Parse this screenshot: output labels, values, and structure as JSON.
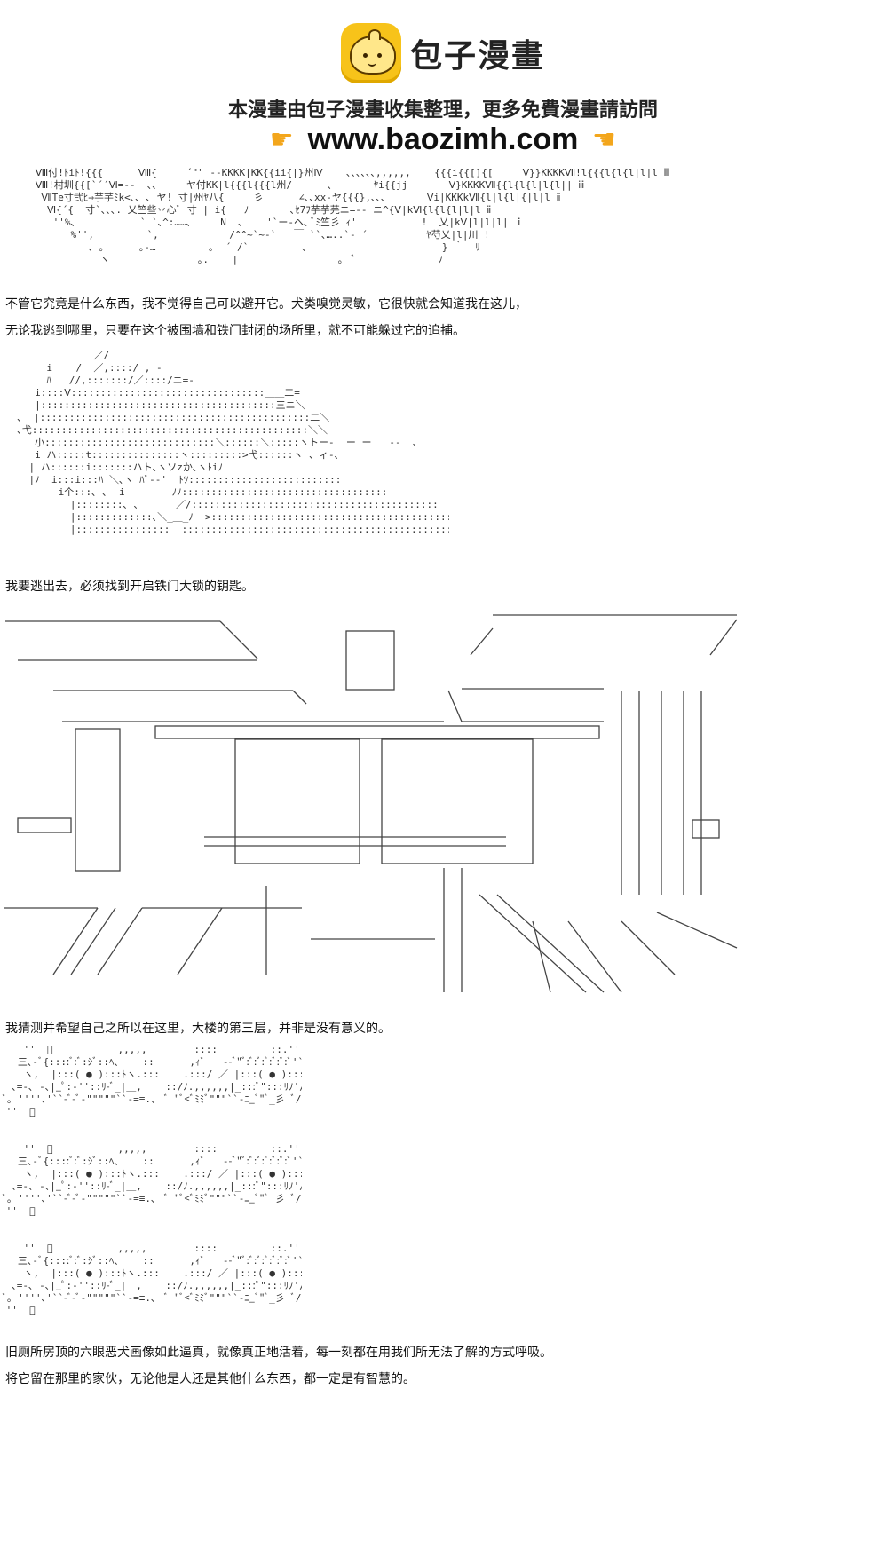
{
  "banner": {
    "brand": "包子漫畫",
    "tagline": "本漫畫由包子漫畫收集整理，更多免費漫畫請訪問",
    "url": "www.baozimh.com",
    "logo_icon": "bun-mascot-icon",
    "hand_icon": "pointing-hand-icon",
    "accent_color": "#f7c31a"
  },
  "story": {
    "line1": "不管它究竟是什么东西，我不觉得自己可以避开它。犬类嗅觉灵敏，它很快就会知道我在这儿，",
    "line2": "无论我逃到哪里，只要在这个被围墙和铁门封闭的场所里，就不可能躲过它的追捕。",
    "line3": "我要逃出去，必须找到开启铁门大锁的钥匙。",
    "line4": "我猜测并希望自己之所以在这里，大楼的第三层，并非是没有意义的。",
    "line5": "旧厕所房顶的六眼恶犬画像如此逼真，就像真正地活着，每一刻都在用我们所无法了解的方式呼吸。",
    "line6": "将它留在那里的家伙，无论他是人还是其他什么东西，都一定是有智慧的。"
  },
  "art": {
    "top": "      Ⅷ付!ﾄiﾄ!{{{      Ⅷ{     ´\"\" ‐‐KKKK|KK{{ii{|}州Ⅳ    ､､､､､､,,,,,,____{{{i{{[]{[___  Ⅴ}}KKKKⅦ!l{{{l{l{l|l|l ⅲ\n      Ⅷ!村圳{{[`´´Ⅵ=‐‐  ､､     ヤ付KK|l{{{l{{{l州/      ､       ﾔi{{jj       Ⅴ}KKKKⅦ{{l{l{l|l{l|| ⅲ\n       ⅦTe寸弐ﾋ⇒芋芋ﾐk<､､ ､ ヤ! 寸|州ﾔ八{     彡      ∠､､xx‐ヤ{{{},､､､       Ⅴi|KKKkⅦ{l|l{l|{|l|l ⅱ\n        Ⅵ{´{  寸`､､､. 乂竺些丷心ﾞ 寸 | i{   ﾉ       ､ｾ7ﾌ芋芋芫ニ=‐‐ ニ^{Ⅴ|kⅥ{l{l{l|l|l ⅱ\n         ''%､           ` `､^:……､     N  ､    '`ー-ヘ､ ﾞﾐ竺彡 ｨ'           !  乂|kⅤ|l|l|l| ｉ\n            %'',         `,            /^^~`~-`   ￣ ``､…..`‐ ´          ﾔ芍乂|l|川 !\n               ､ ｡      ｡-…         ｡  ´ /`         ､                       } ｀  ﾘ\n                 ヽ               ｡.    |                 ｡  ﾞ              ﾉ",
    "gate": "               ／/\n       i    /  ／,::::/ , -\n       ﾊ   //,:::::::/／::::/ニ=‐\n     i::::Ⅴ:::::::::::::::::::::::::::::::::＿＿二=\n     |::::::::::::::::::::::::::::::::::::::::三ニ＼\n  ､  |::::::::::::::::::::::::::::::::::::::::::::::二＼\n  ､弋:::::::::::::::::::::::::::::::::::::::::::::::＼＼\n     小:::::::::::::::::::::::::::::＼::::::＼:::::ヽトー-  ー ー   ‐‐  ､\n     i ハ:::::t:::::::::::::::ヽ:::::::::>弋::::::ヽ 、ィ-､\n    | ハ::::::i:::::::ハト､ヽソzか､ヽﾄiﾉ\n    |ﾉ  i:::i:::ﾊ_＼､ヽ ﾊﾞ-‐'  ﾄﾂ::::::::::::::::::::::::::\n         i个:::､ ､  i        ﾉﾉ:::::::::::::::::::::::::::::::::::\n           |::::::::､ ､ ＿＿  ／/::::::::::::::::::::::::::::::::::::::::::\n           |:::::::::::::､＼_＿_ﾉ  >::::::::::::::::::::::::::::::::::::::::::::::\n           |::::::::::::::::  ::::::::::::::::::::::::::::::::::::::::::::::::::::::::::",
    "eyes_row": "    ''  ﾞ           ,,,,,        ::::         ::.''             ､~-\n   三､‐ﾞ{::::ﾞ:ﾞ:ｼﾞ::ﾍ､    ::      ,ｨﾞ   ‐-ﾞ\"ﾞ:ﾞ:ﾞ:ﾞ:ﾞ:ﾞ:ﾞ'`~-   彡\n    ヽ,  |:::( ● ):::ﾄヽ.:::    .:::/ ／ |:::( ● ):::|ﾞ'~-,,,\n  ､=‐､ -､|_ﾟ:-''::ﾘ-ﾞ_|＿,    ::/ﾉ.,,,,,,|_:::ﾞ\":::ﾘﾉ'/‐ﾞ\n ﾞ｡ ''''､'``-ﾞ-ﾞ-\"\"\"\"\"``-=≡.､  ﾞ \"ﾞ<ﾞﾐﾐﾞ\"\"\"``-ﾆ_ﾞ\"ﾞ_彡 ﾞ/\"\n ''  ﾞ"
  }
}
